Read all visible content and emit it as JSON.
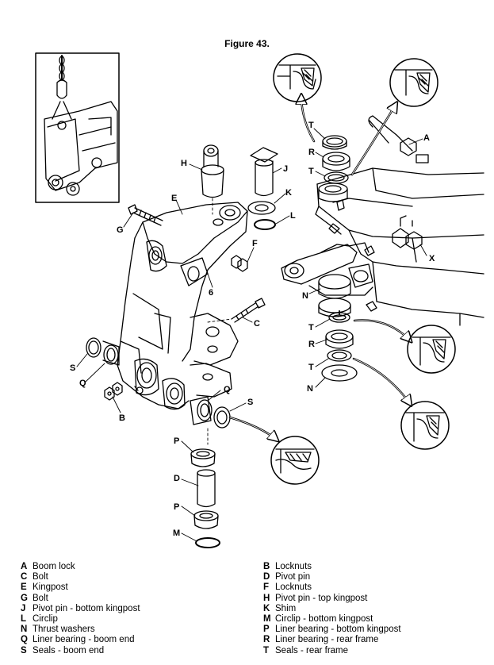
{
  "title": "Figure 43.",
  "callouts": {
    "A": "A",
    "B": "B",
    "C": "C",
    "D": "D",
    "E": "E",
    "F": "F",
    "G": "G",
    "H": "H",
    "J": "J",
    "K": "K",
    "L": "L",
    "M": "M",
    "N": "N",
    "P": "P",
    "Q": "Q",
    "R": "R",
    "S": "S",
    "T": "T",
    "X": "X",
    "six": "6"
  },
  "legend": {
    "left": [
      {
        "letter": "A",
        "text": "Boom lock"
      },
      {
        "letter": "C",
        "text": "Bolt"
      },
      {
        "letter": "E",
        "text": "Kingpost"
      },
      {
        "letter": "G",
        "text": "Bolt"
      },
      {
        "letter": "J",
        "text": "Pivot pin - bottom kingpost"
      },
      {
        "letter": "L",
        "text": "Circlip"
      },
      {
        "letter": "N",
        "text": "Thrust washers"
      },
      {
        "letter": "Q",
        "text": "Liner bearing - boom end"
      },
      {
        "letter": "S",
        "text": "Seals - boom end"
      }
    ],
    "right": [
      {
        "letter": "B",
        "text": "Locknuts"
      },
      {
        "letter": "D",
        "text": "Pivot pin"
      },
      {
        "letter": "F",
        "text": "Locknuts"
      },
      {
        "letter": "H",
        "text": "Pivot pin - top kingpost"
      },
      {
        "letter": "K",
        "text": "Shim"
      },
      {
        "letter": "M",
        "text": "Circlip - bottom kingpost"
      },
      {
        "letter": "P",
        "text": "Liner bearing - bottom kingpost"
      },
      {
        "letter": "R",
        "text": "Liner bearing - rear frame"
      },
      {
        "letter": "T",
        "text": "Seals - rear frame"
      }
    ]
  }
}
